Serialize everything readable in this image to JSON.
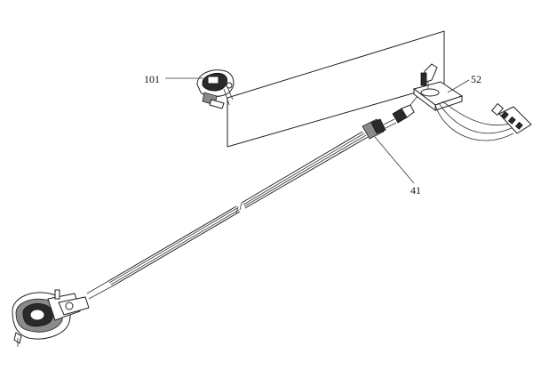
{
  "callouts": [
    {
      "id": "c101",
      "label": "101"
    },
    {
      "id": "c52",
      "label": "52"
    },
    {
      "id": "c41",
      "label": "41"
    }
  ]
}
